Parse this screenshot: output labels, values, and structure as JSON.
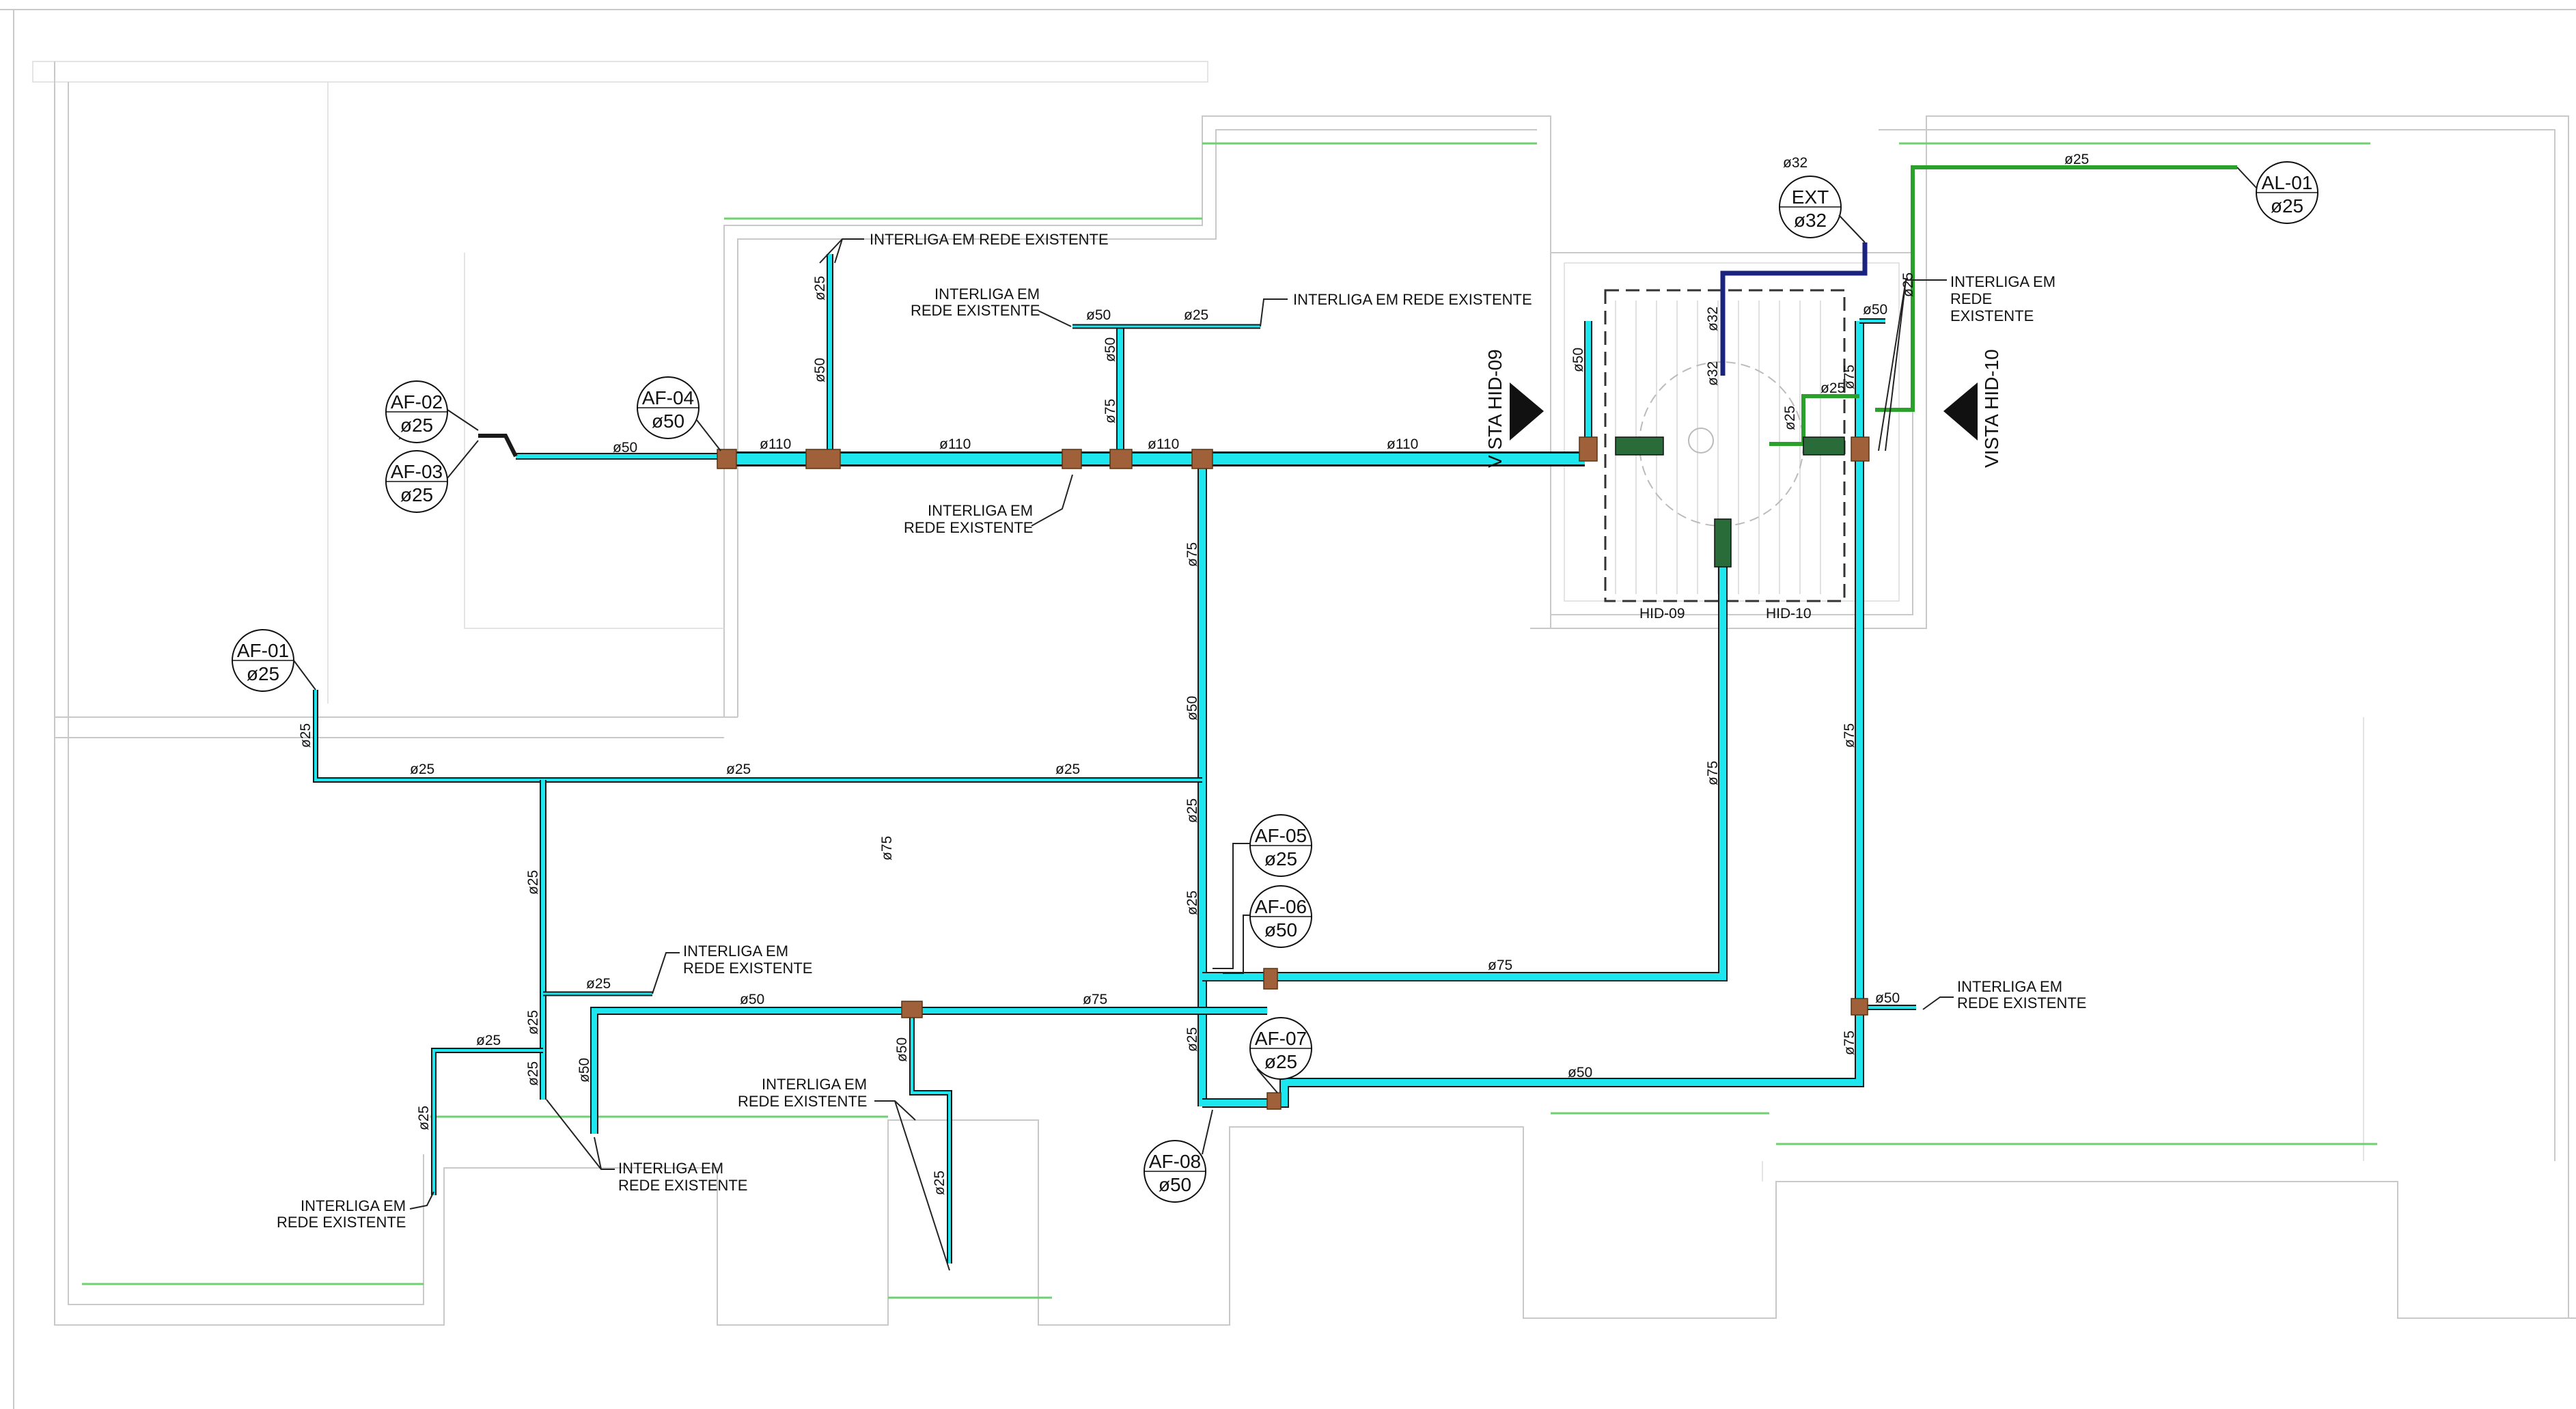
{
  "colors": {
    "pipe_main": "#1ee6ee",
    "pipe_outline": "#1a1a1a",
    "pipe_green": "#2aa12a",
    "pipe_blue": "#1a237e",
    "fitting": "#a0613a",
    "walls": "#c9c9c9",
    "floor_line": "#6fd06f"
  },
  "tags": [
    {
      "id": "AF-01",
      "dia": "ø25"
    },
    {
      "id": "AF-02",
      "dia": "ø25"
    },
    {
      "id": "AF-03",
      "dia": "ø25"
    },
    {
      "id": "AF-04",
      "dia": "ø50"
    },
    {
      "id": "AF-05",
      "dia": "ø25"
    },
    {
      "id": "AF-06",
      "dia": "ø50"
    },
    {
      "id": "AF-07",
      "dia": "ø25"
    },
    {
      "id": "AF-08",
      "dia": "ø50"
    },
    {
      "id": "EXT",
      "dia": "ø32"
    },
    {
      "id": "AL-01",
      "dia": "ø25"
    }
  ],
  "notes": {
    "single_line": "INTERLIGA EM REDE EXISTENTE",
    "two_line_1": "INTERLIGA EM",
    "two_line_2": "REDE EXISTENTE",
    "three_line_1": "INTERLIGA EM",
    "three_line_2": "REDE",
    "three_line_3": "EXISTENTE"
  },
  "views": {
    "left": "VISTA HID-09",
    "right": "VISTA HID-10"
  },
  "rooms": {
    "hid09": "HID-09",
    "hid10": "HID-10"
  },
  "diameters": {
    "d25": "ø25",
    "d32": "ø32",
    "d50": "ø50",
    "d75": "ø75",
    "d110": "ø110"
  }
}
